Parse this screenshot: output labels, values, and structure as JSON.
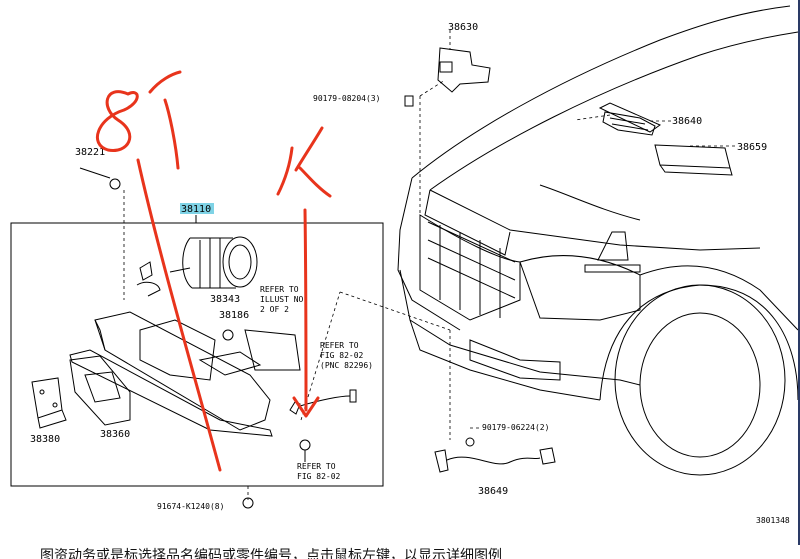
{
  "diagram": {
    "part_numbers": {
      "p38630": "38630",
      "p90179_08204": "90179-08204(3)",
      "p38640": "38640",
      "p38659": "38659",
      "p38221": "38221",
      "p38110": "38110",
      "p38343": "38343",
      "p38186": "38186",
      "p38380": "38380",
      "p38360": "38360",
      "p90179_06224": "90179-06224(2)",
      "p38649": "38649",
      "p91674": "91674-K1240(8)"
    },
    "refer_illust": [
      "REFER TO",
      "ILLUST NO.",
      "2 OF 2"
    ],
    "refer_fig_top": [
      "REFER TO",
      "FIG 82-02",
      "(PNC 82296)"
    ],
    "refer_fig_bottom": [
      "REFER TO",
      "FIG 82-02"
    ],
    "figure_id": "3801348",
    "handwritten": {
      "left": "8个",
      "right": "1个"
    }
  },
  "caption": "图资动务或是标选择品名编码或零件编号，点击鼠标左键，以显示详细图例",
  "colors": {
    "annotation": "#e8341c",
    "highlight": "#7fd3e6"
  }
}
